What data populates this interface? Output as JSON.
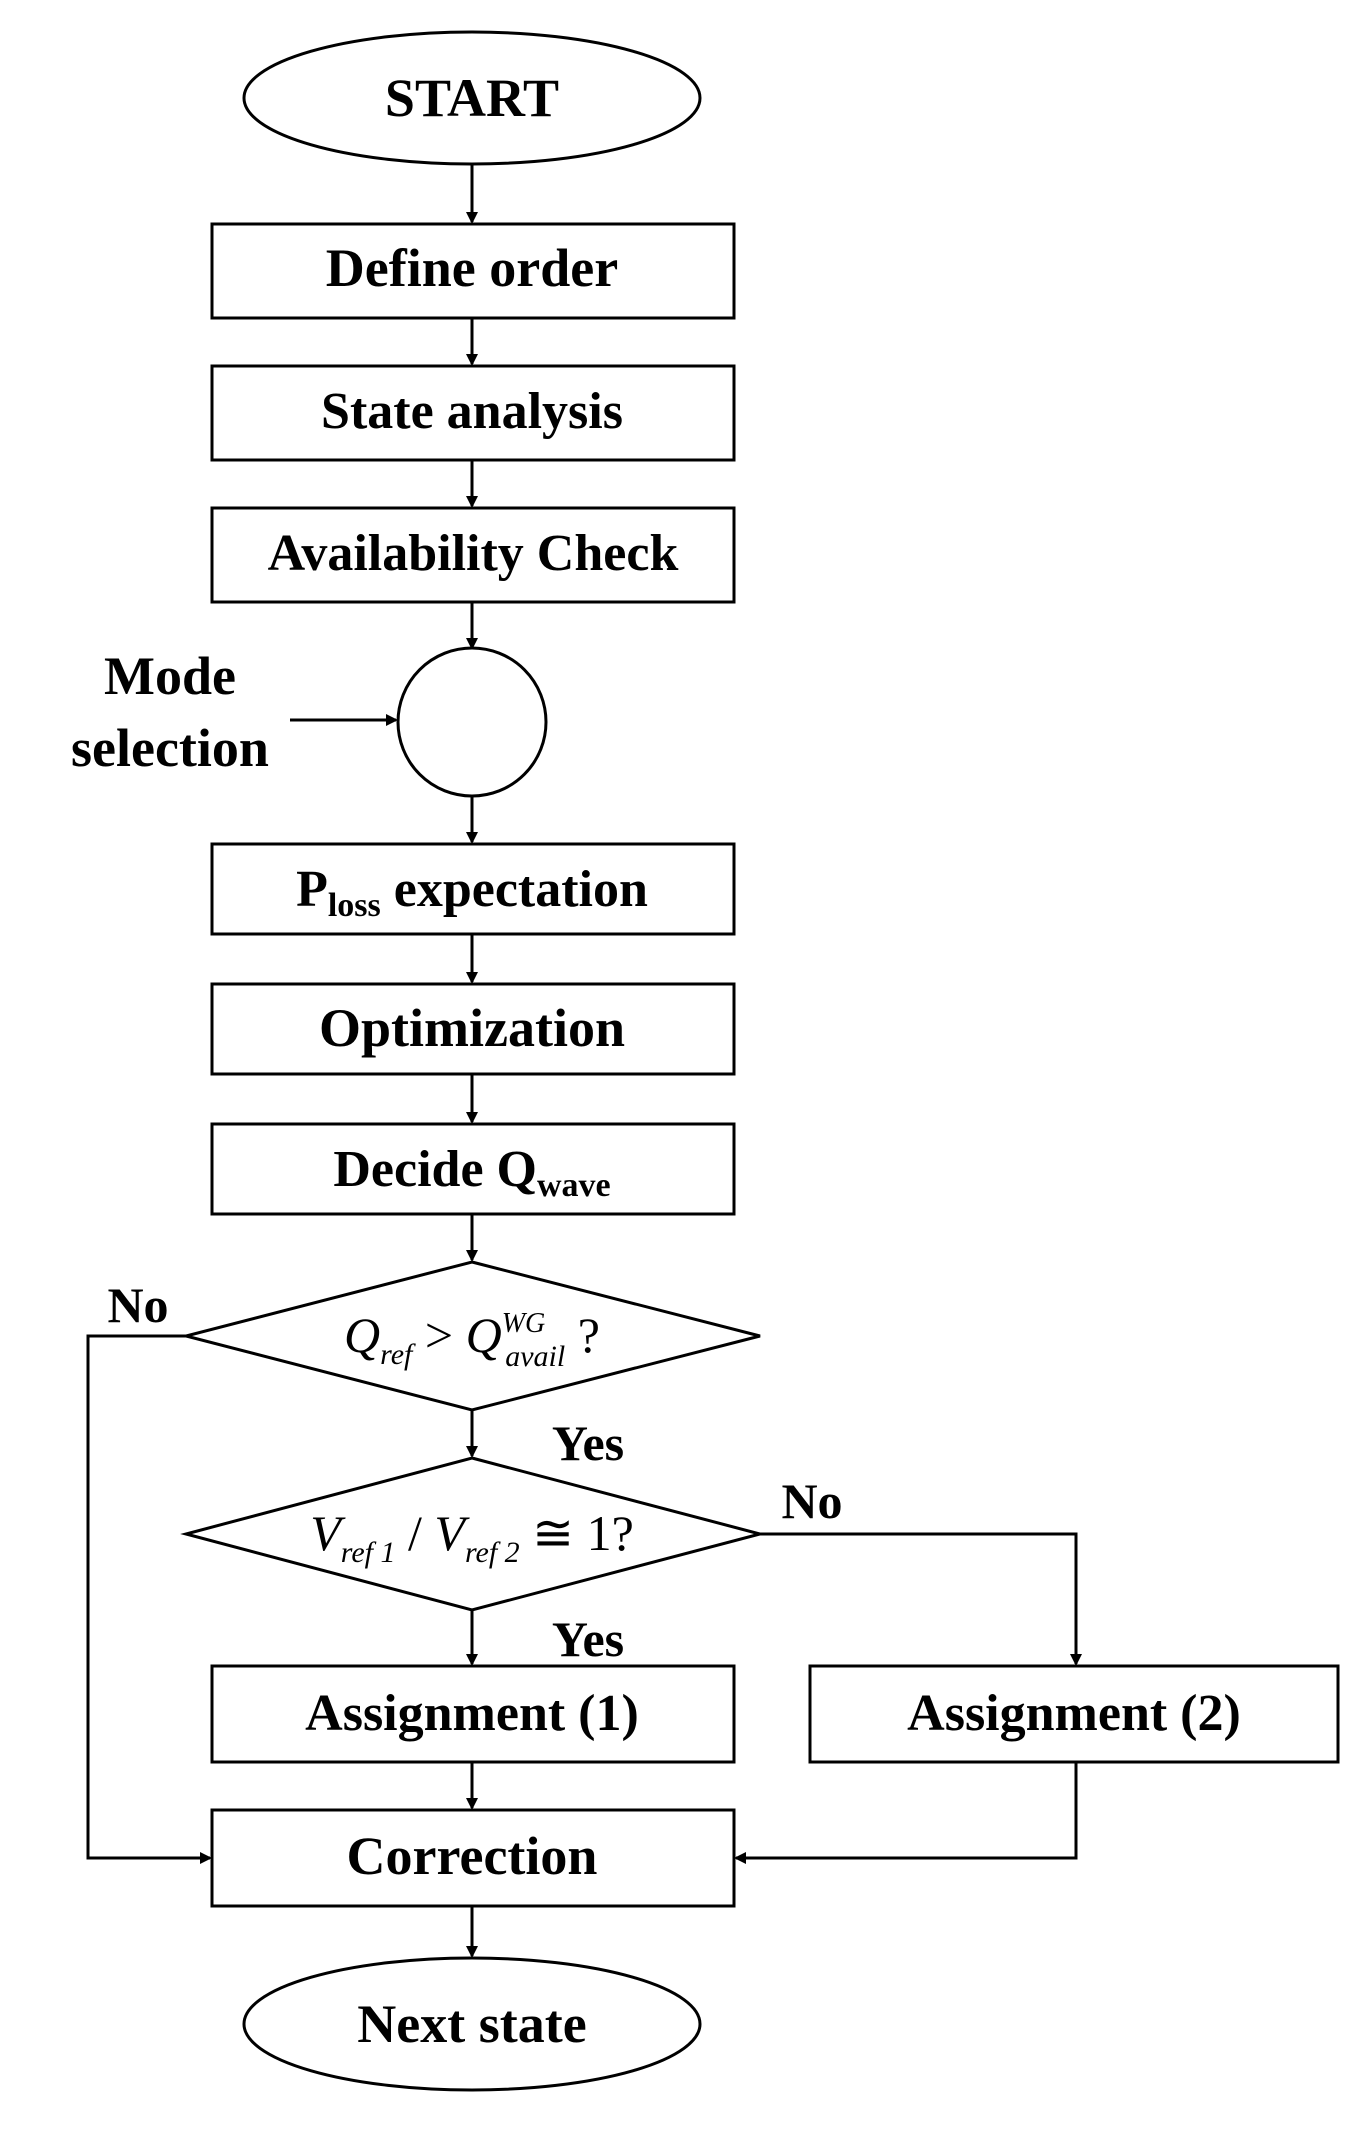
{
  "diagram": {
    "start": "START",
    "define_order": "Define order",
    "state_analysis": "State analysis",
    "availability_check": "Availability Check",
    "mode_selection_line1": "Mode",
    "mode_selection_line2": "selection",
    "ploss_main": "P",
    "ploss_sub": "loss",
    "ploss_rest": " expectation",
    "optimization": "Optimization",
    "decide_main": "Decide Q",
    "decide_sub": "wave",
    "decision1": {
      "q": "Q",
      "q_sub": "ref",
      "gt": " > ",
      "q2": "Q",
      "q2_sup": "WG",
      "q2_sub": "avail",
      "tail": " ?"
    },
    "decision2": {
      "v1": "V",
      "v1_sub": "ref 1",
      "slash": " / ",
      "v2": "V",
      "v2_sub": "ref 2",
      "tail": " ≅ 1?"
    },
    "no_label_1": "No",
    "yes_label_1": "Yes",
    "no_label_2": "No",
    "yes_label_2": "Yes",
    "assignment1": "Assignment (1)",
    "assignment2": "Assignment (2)",
    "correction": "Correction",
    "next_state": "Next state"
  }
}
